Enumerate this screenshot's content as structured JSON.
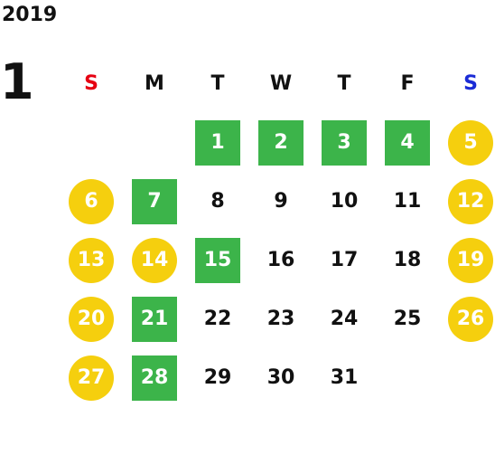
{
  "year": "2019",
  "month": "1",
  "colors": {
    "sunday_header": "#e60012",
    "saturday_header": "#1a2bd6",
    "weekday_header": "#111111",
    "green_marker": "#3cb44a",
    "yellow_marker": "#f5cf0e"
  },
  "weekdays": [
    {
      "label": "S",
      "color": "#e60012"
    },
    {
      "label": "M",
      "color": "#111111"
    },
    {
      "label": "T",
      "color": "#111111"
    },
    {
      "label": "W",
      "color": "#111111"
    },
    {
      "label": "T",
      "color": "#111111"
    },
    {
      "label": "F",
      "color": "#111111"
    },
    {
      "label": "S",
      "color": "#1a2bd6"
    }
  ],
  "first_weekday_index": 2,
  "days": [
    {
      "n": "1",
      "style": "green"
    },
    {
      "n": "2",
      "style": "green"
    },
    {
      "n": "3",
      "style": "green"
    },
    {
      "n": "4",
      "style": "green"
    },
    {
      "n": "5",
      "style": "yellow"
    },
    {
      "n": "6",
      "style": "yellow"
    },
    {
      "n": "7",
      "style": "green"
    },
    {
      "n": "8",
      "style": "plain"
    },
    {
      "n": "9",
      "style": "plain"
    },
    {
      "n": "10",
      "style": "plain"
    },
    {
      "n": "11",
      "style": "plain"
    },
    {
      "n": "12",
      "style": "yellow"
    },
    {
      "n": "13",
      "style": "yellow"
    },
    {
      "n": "14",
      "style": "yellow"
    },
    {
      "n": "15",
      "style": "green"
    },
    {
      "n": "16",
      "style": "plain"
    },
    {
      "n": "17",
      "style": "plain"
    },
    {
      "n": "18",
      "style": "plain"
    },
    {
      "n": "19",
      "style": "yellow"
    },
    {
      "n": "20",
      "style": "yellow"
    },
    {
      "n": "21",
      "style": "green"
    },
    {
      "n": "22",
      "style": "plain"
    },
    {
      "n": "23",
      "style": "plain"
    },
    {
      "n": "24",
      "style": "plain"
    },
    {
      "n": "25",
      "style": "plain"
    },
    {
      "n": "26",
      "style": "yellow"
    },
    {
      "n": "27",
      "style": "yellow"
    },
    {
      "n": "28",
      "style": "green"
    },
    {
      "n": "29",
      "style": "plain"
    },
    {
      "n": "30",
      "style": "plain"
    },
    {
      "n": "31",
      "style": "plain"
    }
  ]
}
